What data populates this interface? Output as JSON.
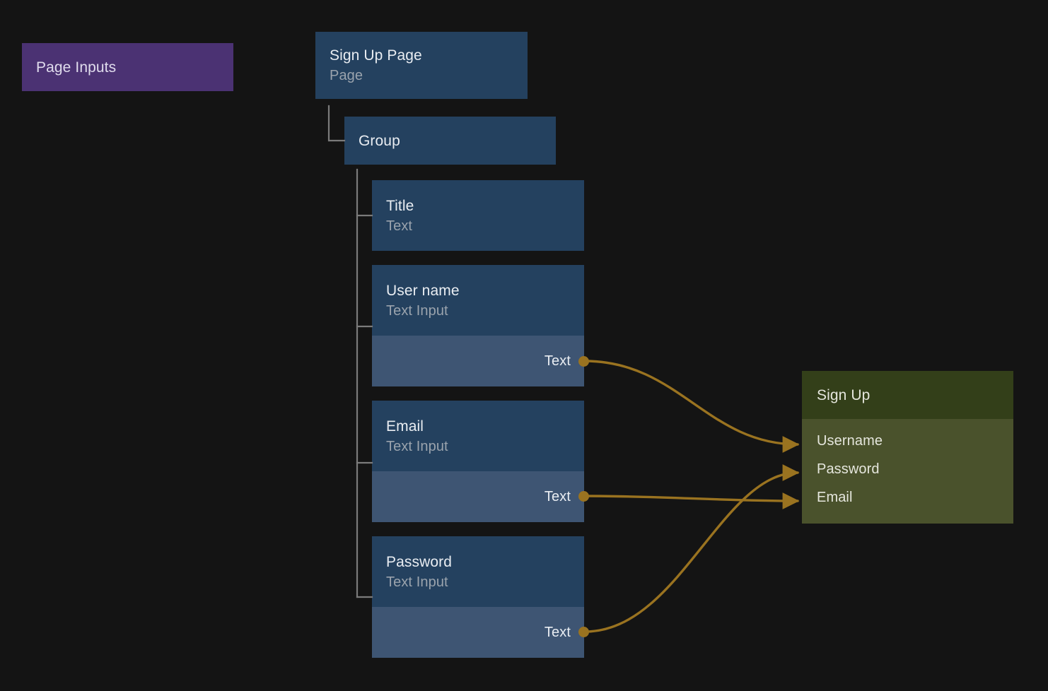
{
  "background_color": "#141414",
  "accent_colors": {
    "node_header": "#24415f",
    "node_port": "#3e5573",
    "label_box": "#4b3273",
    "panel_header": "#333f19",
    "panel_body": "#4a522c",
    "edge": "#9a7320",
    "tree_line": "#7b7b7b"
  },
  "label_box": {
    "text": "Page Inputs"
  },
  "tree": {
    "root": {
      "title": "Sign Up Page",
      "subtitle": "Page"
    },
    "group": {
      "title": "Group"
    },
    "children": [
      {
        "title": "Title",
        "subtitle": "Text",
        "port": null
      },
      {
        "title": "User name",
        "subtitle": "Text Input",
        "port": "Text"
      },
      {
        "title": "Email",
        "subtitle": "Text Input",
        "port": "Text"
      },
      {
        "title": "Password",
        "subtitle": "Text Input",
        "port": "Text"
      }
    ]
  },
  "target_panel": {
    "header": "Sign Up",
    "rows": [
      {
        "label": "Username"
      },
      {
        "label": "Password"
      },
      {
        "label": "Email"
      }
    ]
  },
  "connections": [
    {
      "from": "User name.Text",
      "to": "Username"
    },
    {
      "from": "Email.Text",
      "to": "Email"
    },
    {
      "from": "Password.Text",
      "to": "Password"
    }
  ]
}
